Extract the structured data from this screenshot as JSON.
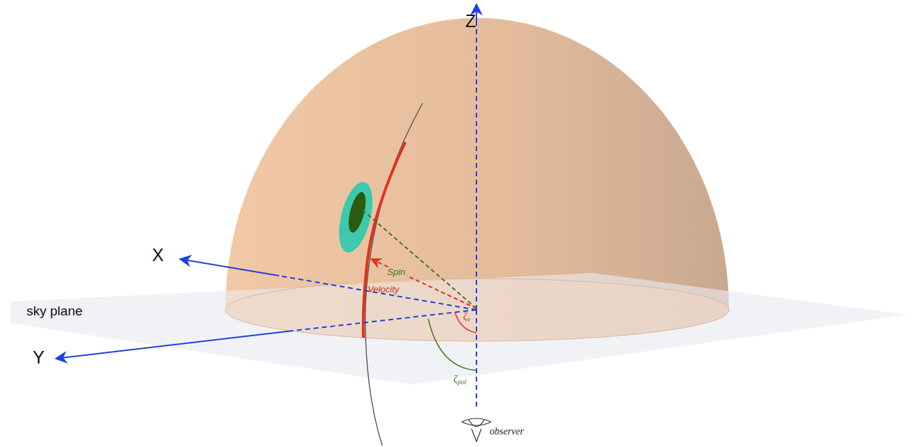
{
  "diagram": {
    "labels": [
      "Z",
      "X",
      "Y",
      "sky plane",
      "Spin",
      "Velocity",
      "ζv",
      "ζpol",
      "observer"
    ]
  }
}
